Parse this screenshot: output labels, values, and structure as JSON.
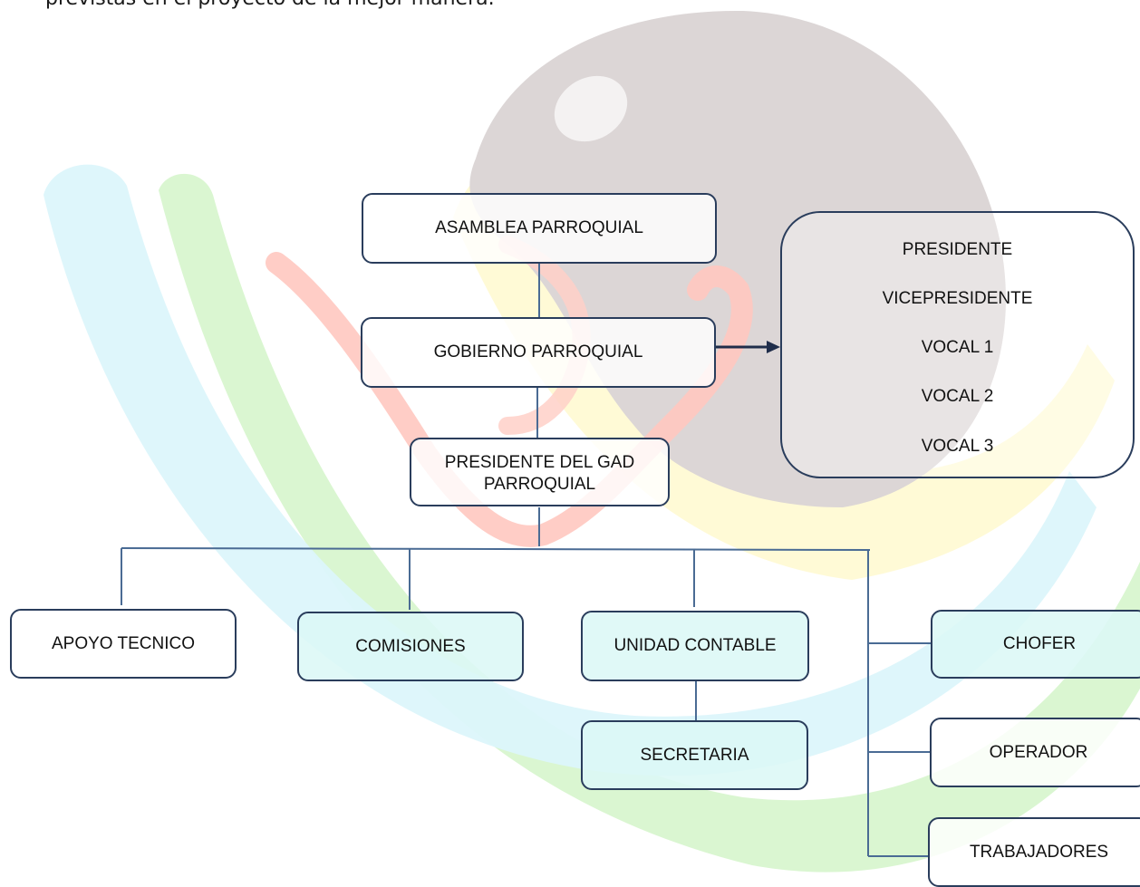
{
  "intro": {
    "text": "previstas en el proyecto de la mejor manera."
  },
  "nodes": {
    "asamblea": "ASAMBLEA PARROQUIAL",
    "gobierno": "GOBIERNO PARROQUIAL",
    "presidente_gad": "PRESIDENTE DEL GAD PARROQUIAL",
    "apoyo": "APOYO TECNICO",
    "comisiones": "COMISIONES",
    "unidad": "UNIDAD CONTABLE",
    "secretaria": "SECRETARIA",
    "chofer": "CHOFER",
    "operador": "OPERADOR",
    "trabajadores": "TRABAJADORES"
  },
  "council": {
    "members": [
      "PRESIDENTE",
      "VICEPRESIDENTE",
      "VOCAL 1",
      "VOCAL 2",
      "VOCAL 3"
    ]
  },
  "colors": {
    "border": "#2a3d5c",
    "arrow": "#1f2d4a",
    "connector": "#4a6b94",
    "teal_box": "#dcf8f6"
  }
}
